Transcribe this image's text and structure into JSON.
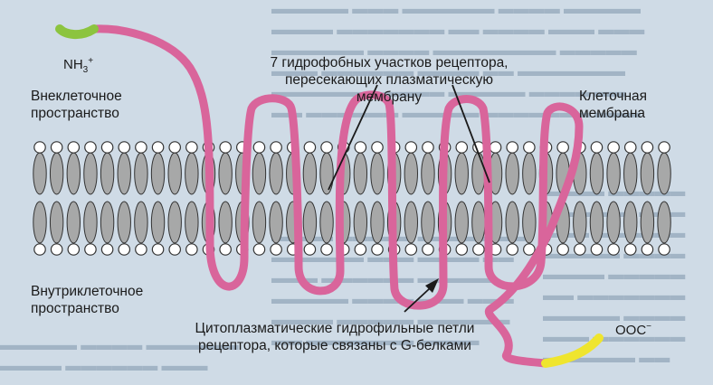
{
  "labels": {
    "extracellular_line1": "Внеклеточное",
    "extracellular_line2": "пространство",
    "intracellular_line1": "Внутриклеточное",
    "intracellular_line2": "пространство",
    "membrane_line1": "Клеточная",
    "membrane_line2": "мембрана",
    "hydrophobic_line1": "7 гидрофобных участков рецептора,",
    "hydrophobic_line2": "пересекающих плазматическую мембрану",
    "loops_line1": "Цитоплазматические гидрофильные петли",
    "loops_line2": "рецептора, которые связаны с G-белками"
  },
  "terminals": {
    "n_terminal": {
      "base": "NH",
      "sub": "3",
      "sup": "+"
    },
    "c_terminal": {
      "base": "OOC",
      "sup": "−"
    }
  },
  "colors": {
    "chain": "#d9659b",
    "n_tail": "#8cc43f",
    "c_tail": "#efe52e",
    "lipid_head": "#ffffff",
    "lipid_tail": "#a7a8a8",
    "background": "#cfdbe6",
    "bg_text": "#93a7ba"
  }
}
